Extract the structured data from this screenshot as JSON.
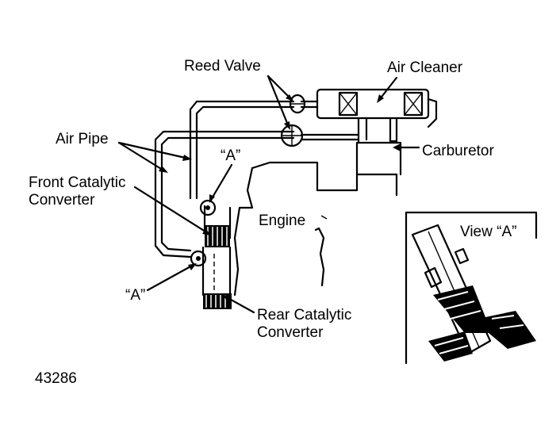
{
  "labels": {
    "reed_valve": "Reed Valve",
    "air_cleaner": "Air Cleaner",
    "air_pipe": "Air Pipe",
    "a_upper": "“A”",
    "carburetor": "Carburetor",
    "front_cat_1": "Front Catalytic",
    "front_cat_2": "Converter",
    "engine": "Engine",
    "view_a": "View “A”",
    "a_lower": "“A”",
    "rear_cat_1": "Rear Catalytic",
    "rear_cat_2": "Converter",
    "figure_number": "43286"
  }
}
